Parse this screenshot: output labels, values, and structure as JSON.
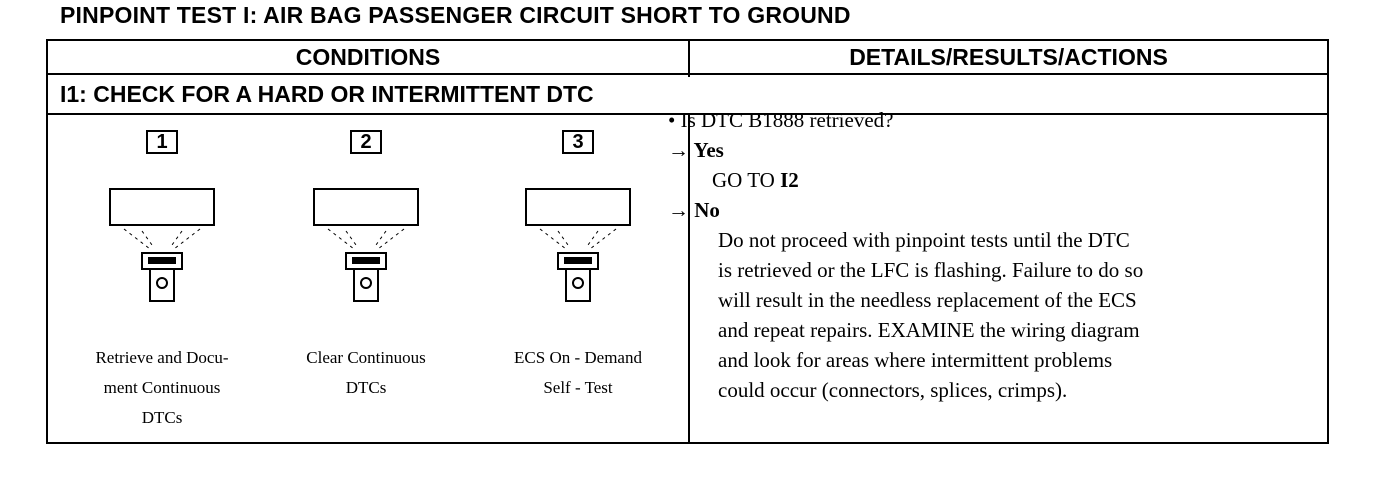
{
  "title": "PINPOINT TEST I: AIR BAG PASSENGER CIRCUIT SHORT TO GROUND",
  "headers": {
    "conditions": "CONDITIONS",
    "details": "DETAILS/RESULTS/ACTIONS"
  },
  "step_title": "I1: CHECK FOR A HARD OR INTERMITTENT DTC",
  "steps": [
    {
      "number": "1",
      "caption": [
        "Retrieve and Docu-",
        "ment Continuous",
        "DTCs"
      ],
      "icon": "scan-tool-icon"
    },
    {
      "number": "2",
      "caption": [
        "Clear Continuous",
        "DTCs"
      ],
      "icon": "scan-tool-icon"
    },
    {
      "number": "3",
      "caption": [
        "ECS On - Demand",
        "Self - Test"
      ],
      "icon": "scan-tool-icon"
    }
  ],
  "actions": {
    "question": "• Is DTC B1888 retrieved?",
    "arrow": "→",
    "yes_label": "Yes",
    "yes_action_prefix": "GO TO",
    "yes_action_ref": "I2",
    "no_label": "No",
    "no_action_lines": [
      "Do not proceed with pinpoint tests until the DTC",
      "is retrieved or the LFC is flashing. Failure to do so",
      "will result in the needless replacement of the ECS",
      "and repeat repairs. EXAMINE the wiring diagram",
      "and look for areas where intermittent problems",
      "could occur (connectors, splices, crimps)."
    ]
  }
}
